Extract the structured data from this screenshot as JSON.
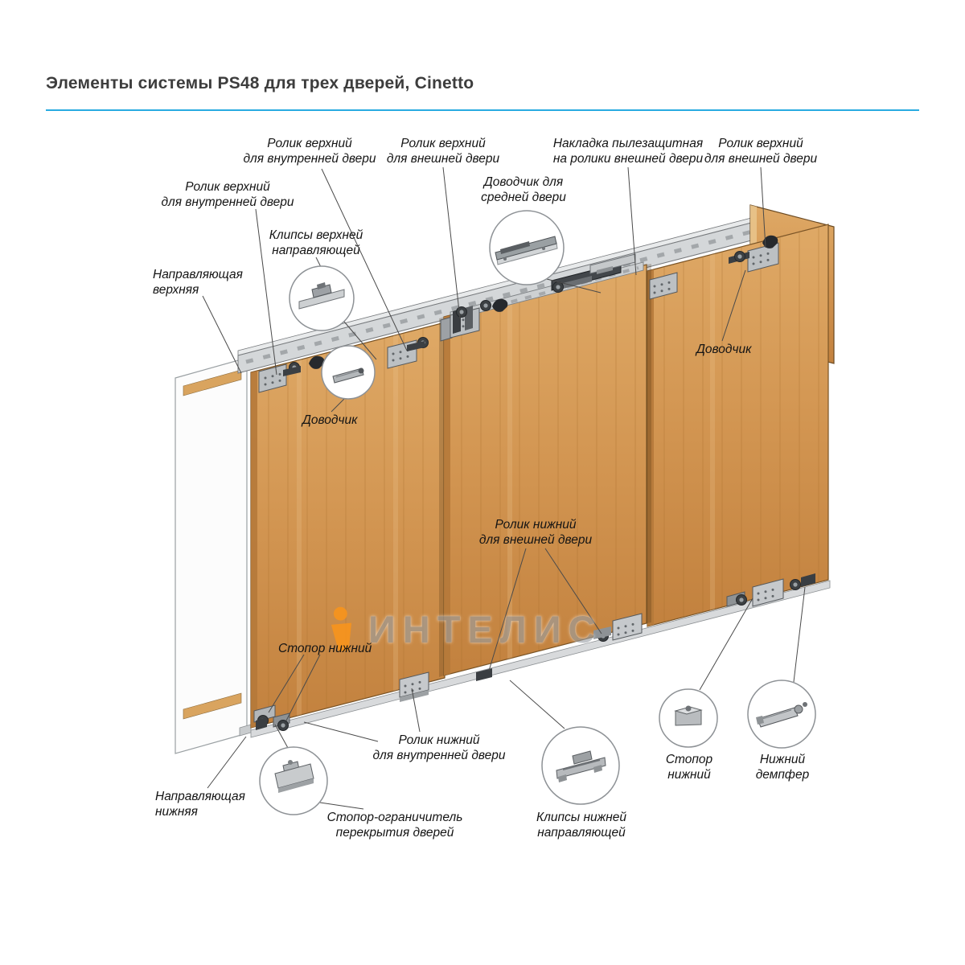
{
  "title": "Элементы системы PS48 для трех дверей, Cinetto",
  "watermark": {
    "text": "ИНТЕЛИС"
  },
  "colors": {
    "accent": "#29ABE1",
    "orange": "#F7941D",
    "ink": "#141414"
  },
  "labels": [
    {
      "id": "roller-top-inner-a",
      "text": "Ролик верхний\nдля внутренней двери"
    },
    {
      "id": "roller-top-inner-b",
      "text": "Ролик верхний\nдля внутренней двери"
    },
    {
      "id": "clips-top",
      "text": "Клипсы верхней\nнаправляющей"
    },
    {
      "id": "rail-top",
      "text": "Направляющая\nверхняя"
    },
    {
      "id": "roller-top-outer-a",
      "text": "Ролик верхний\nдля внешней двери"
    },
    {
      "id": "closer-middle-door",
      "text": "Доводчик для\nсредней двери"
    },
    {
      "id": "dust-cover",
      "text": "Накладка пылезащитная\nна ролики внешней двери"
    },
    {
      "id": "roller-top-outer-b",
      "text": "Ролик верхний\nдля внешней двери"
    },
    {
      "id": "closer-right",
      "text": "Доводчик"
    },
    {
      "id": "closer-left",
      "text": "Доводчик"
    },
    {
      "id": "roller-bottom-outer",
      "text": "Ролик нижний\nдля внешней двери"
    },
    {
      "id": "stop-bottom-left",
      "text": "Стопор нижний"
    },
    {
      "id": "roller-bottom-inner",
      "text": "Ролик нижний\nдля внутренней двери"
    },
    {
      "id": "rail-bottom",
      "text": "Направляющая\nнижняя"
    },
    {
      "id": "overlap-stop",
      "text": "Стопор-ограничитель\nперекрытия дверей"
    },
    {
      "id": "clips-bottom",
      "text": "Клипсы нижней\nнаправляющей"
    },
    {
      "id": "stop-bottom-right",
      "text": "Стопор\nнижний"
    },
    {
      "id": "bottom-damper",
      "text": "Нижний\nдемпфер"
    }
  ]
}
